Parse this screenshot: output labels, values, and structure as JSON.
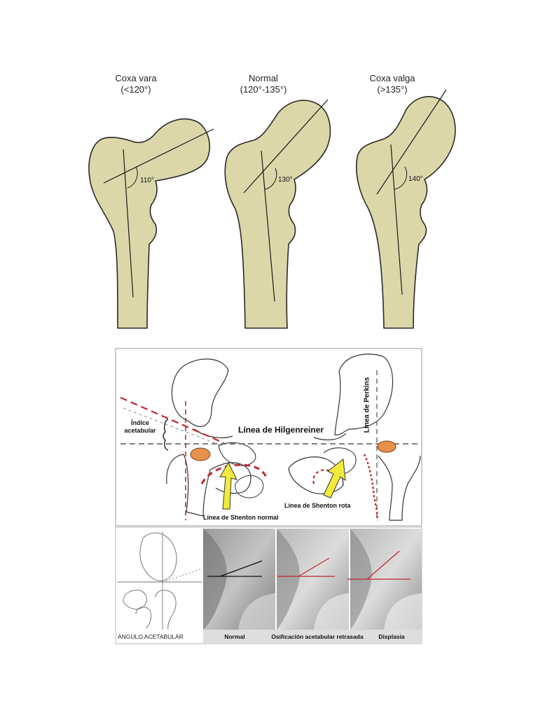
{
  "femurs": [
    {
      "name": "Coxa vara",
      "range": "(<120°)",
      "angle": "110°"
    },
    {
      "name": "Normal",
      "range": "(120°-135°)",
      "angle": "130°"
    },
    {
      "name": "Coxa valga",
      "range": "(>135°)",
      "angle": "140°"
    }
  ],
  "hip_diagram": {
    "acetabular_index": "Índice\nacetabular",
    "hilgenreiner": "Línea de Hilgenreiner",
    "perkins": "Línea de Perkins",
    "shenton_broken": "Línea de Shenton rota",
    "shenton_normal": "Línea de Shenton normal"
  },
  "angle_panel": {
    "title": "ANGULO ACETABULAR",
    "captions": [
      "Normal",
      "Osificación acetabular retrasada",
      "Displasia"
    ]
  },
  "colors": {
    "bone_fill": "#dcd7a8",
    "ossification_nucleus": "#e8914b",
    "shenton_arrow": "#f2ea3a",
    "reference_lines": "#c0272d"
  }
}
